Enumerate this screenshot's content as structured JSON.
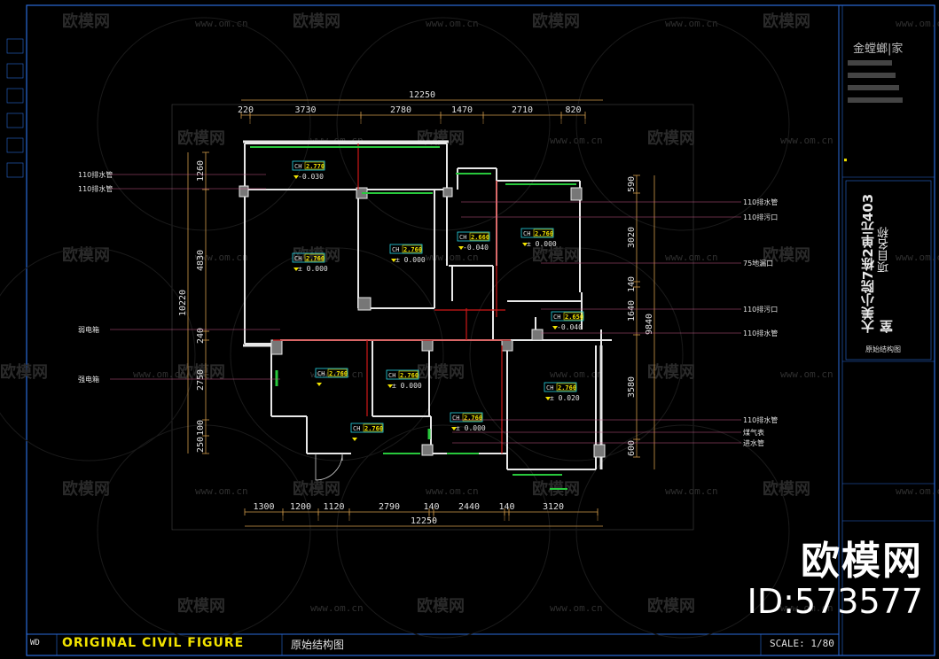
{
  "colors": {
    "background": "#000000",
    "wall": "#e8e8e8",
    "dimension": "#d09a4a",
    "red_line": "#d01818",
    "green": "#28c83c",
    "yellow": "#f2e300",
    "cyan": "#2ad6e6",
    "blue_frame": "#2a6ad8",
    "pink_leader": "#c85a8a"
  },
  "dimensions": {
    "overall_top": "12250",
    "overall_bottom": "12250",
    "top": [
      "220",
      "3730",
      "2780",
      "1470",
      "2710",
      "820"
    ],
    "bottom": [
      "1300",
      "1200",
      "1120",
      "2790",
      "140",
      "2440",
      "140",
      "3120"
    ],
    "left_overall": "10220",
    "left": [
      "1260",
      "4830",
      "240",
      "2750",
      "100",
      "250"
    ],
    "right": [
      "590",
      "3020",
      "140",
      "1640",
      "3580",
      "600"
    ],
    "right_overall": "9840"
  },
  "ceiling_heights": [
    {
      "label": "CH",
      "value": "2.770",
      "elev": "-0.030"
    },
    {
      "label": "CH",
      "value": "2.760",
      "elev": "± 0.000"
    },
    {
      "label": "CH",
      "value": "2.760",
      "elev": "± 0.000"
    },
    {
      "label": "CH",
      "value": "2.660",
      "elev": "-0.040"
    },
    {
      "label": "CH",
      "value": "2.760",
      "elev": "± 0.000"
    },
    {
      "label": "CH",
      "value": "2.650",
      "elev": "-0.040"
    },
    {
      "label": "CH",
      "value": "2.760",
      "elev": ""
    },
    {
      "label": "CH",
      "value": "2.760",
      "elev": "± 0.000"
    },
    {
      "label": "CH",
      "value": "2.760",
      "elev": ""
    },
    {
      "label": "CH",
      "value": "2.760",
      "elev": "± 0.000"
    },
    {
      "label": "CH",
      "value": "2.760",
      "elev": "± 0.020"
    }
  ],
  "left_labels": [
    "110排水管",
    "110排水管",
    "弱电箱",
    "强电箱"
  ],
  "right_labels": [
    "110排水管",
    "110排污口",
    "75地漏口",
    "110排污口",
    "110排水管",
    "110排水管",
    "煤气表",
    "进水管"
  ],
  "title_block": {
    "brand": "金螳螂|家",
    "project_name": "大美小院7栋2单元403室",
    "project_sub": "项目名称",
    "drawing_name": "原始结构图"
  },
  "bottom_bar": {
    "code": "WD",
    "title": "ORIGINAL CIVIL FIGURE",
    "title_cn": "原始结构图",
    "scale": "SCALE: 1/80"
  },
  "watermark": {
    "brand": "欧模网",
    "url": "www.om.cn",
    "id": "ID:573577"
  }
}
